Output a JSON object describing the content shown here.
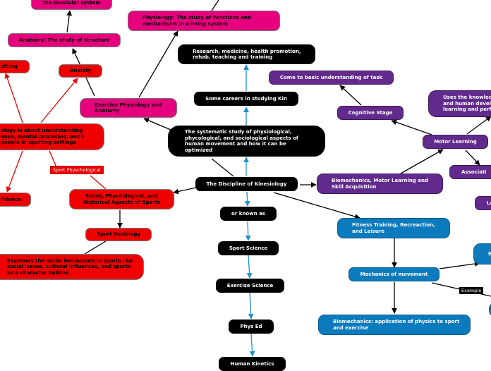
{
  "nodes": {
    "muscular": "the muscular system",
    "physiology": "Physiology: The study of functions and mechanisms in a living system",
    "anatomy": "Anatomy: The study of structure",
    "research": "Research, medicine, health promotion, rehab, teaching and training",
    "come_basic": "Come to basic understanding of task",
    "goal_setting": "etting",
    "anxiety": "Anxiety",
    "careers": "Some careers in studying Kin",
    "uses_knowledge": "Uses the knowled and human devel learning and perfo",
    "cognitive": "Cognitive Stage",
    "exercise_physiology": "Exercise Physiology and Anatomy",
    "psychology": "ology is about understanding ance, mental processes, and l people in sporting settings",
    "systematic": "The systematic study of physiological, phycological, and sociological aspects of human movement and how it can be optimized",
    "motor_learning": "Motor Learning",
    "associative": "Associati",
    "discipline": "The Discipline of Kinesiology",
    "biomechanics_motor": "Biomechanics, Motor Learning and Skill Acquisition",
    "confidence": "fidence",
    "social_psych": "Social, Phychological, and Historical Aspects of Sports",
    "le_node": "Le",
    "fitness": "Fitness Training, Recreaction, and Leisure",
    "or_known": "or known as",
    "sport_sociology": "Sport Sociology",
    "sport_science": "Sport Science",
    "examines": "Examines the social behaviours in sports like social issues, cultural influences, and sports as a character builder.",
    "mechanics": "Mechanics of movement",
    "right_e": "E f",
    "exercise_science": "Exercise Science",
    "biomechanics_app": "Biomechanics: application of physics to sport and exercise",
    "phys_ed": "Phys Ed",
    "human_kinetics": "Human Kinetics"
  },
  "tags": {
    "sport_physchological": "Sport Physchological",
    "example": "Example"
  },
  "colors": {
    "black": "#000000",
    "pink": "#e6007e",
    "red": "#ee0000",
    "purple": "#612a8c",
    "blue": "#0c7bbd",
    "link_blue": "#1b8fd0"
  }
}
